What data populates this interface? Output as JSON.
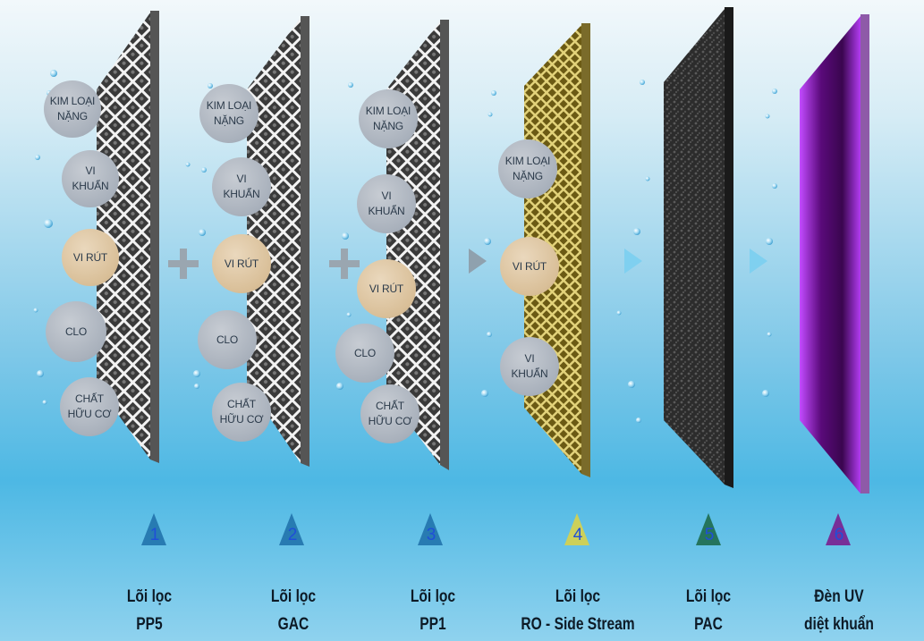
{
  "stages": [
    {
      "number": "1",
      "name_line1": "Lõi lọc",
      "name_line2": "PP5",
      "color": "#1d6fa8",
      "contaminants": [
        "KIM LOẠI\nNẶNG",
        "VI\nKHUẨN",
        "VI RÚT",
        "CLO",
        "CHẤT\nHỮU CƠ"
      ]
    },
    {
      "number": "2",
      "name_line1": "Lõi lọc",
      "name_line2": "GAC",
      "color": "#1d6fa8",
      "contaminants": [
        "KIM LOẠI\nNẶNG",
        "VI\nKHUẨN",
        "VI RÚT",
        "CLO",
        "CHẤT\nHỮU CƠ"
      ]
    },
    {
      "number": "3",
      "name_line1": "Lõi lọc",
      "name_line2": "PP1",
      "color": "#1d6fa8",
      "contaminants": [
        "KIM LOẠI\nNẶNG",
        "VI\nKHUẨN",
        "VI RÚT",
        "CLO",
        "CHẤT\nHỮU CƠ"
      ]
    },
    {
      "number": "4",
      "name_line1": "Lõi lọc",
      "name_line2": "RO - Side Stream",
      "color": "#d8d24a",
      "contaminants": [
        "KIM LOẠI\nNẶNG",
        "VI RÚT",
        "VI\nKHUẨN"
      ]
    },
    {
      "number": "5",
      "name_line1": "Lõi lọc",
      "name_line2": "PAC",
      "color": "#1e6b4e",
      "contaminants": []
    },
    {
      "number": "6",
      "name_line1": "Đèn UV",
      "name_line2": "diệt khuẩn",
      "color": "#7a1f8f",
      "contaminants": []
    }
  ],
  "connectors": [
    "plus",
    "plus",
    "arrow",
    "arrow",
    "arrow"
  ],
  "colors": {
    "mesh_frame": "#6e6e6e",
    "ro_mesh": "#c9b545",
    "pac_block": "#2f2f2f",
    "uv_glow": "#a12ee0",
    "virus_circle": "#d9bf98",
    "default_circle": "#a9b1bc",
    "number_text": "#1f4fd8"
  }
}
